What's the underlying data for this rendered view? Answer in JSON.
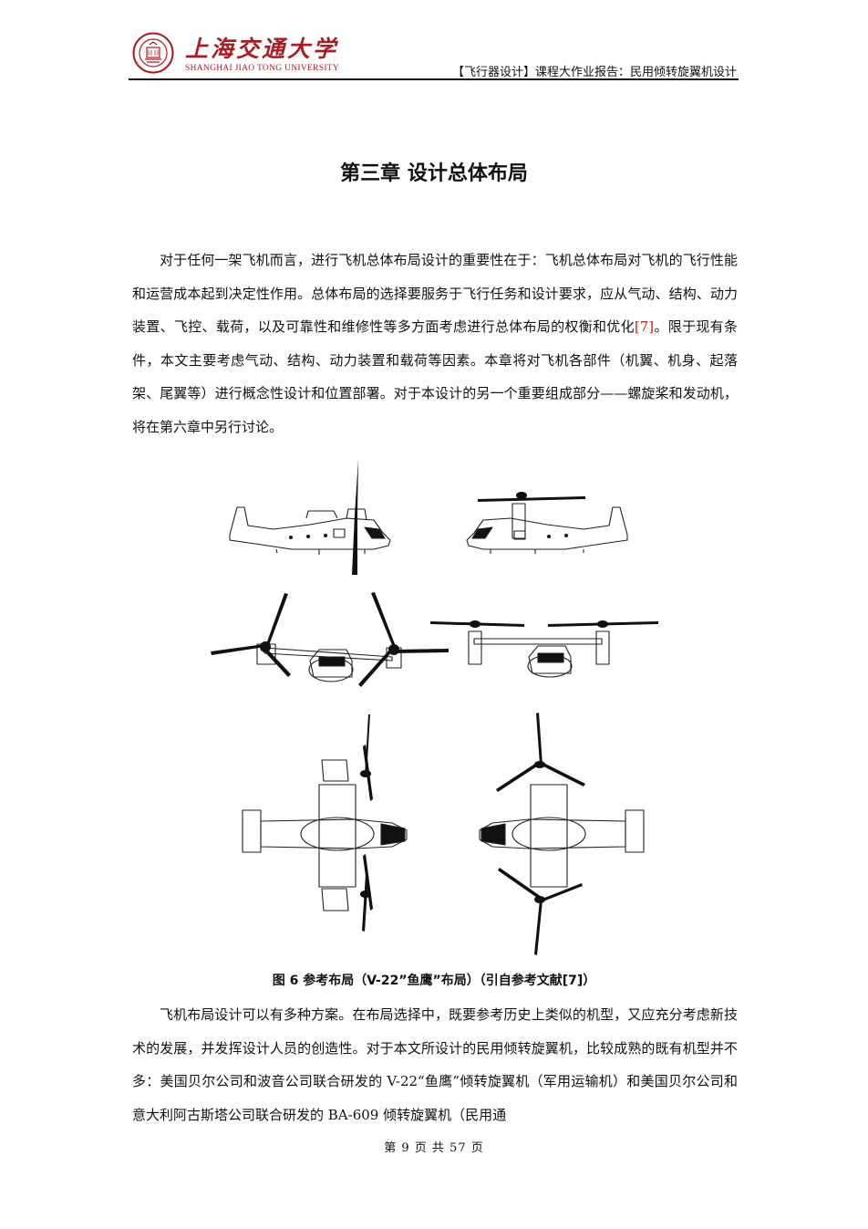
{
  "header": {
    "university_cn": "上海交通大学",
    "university_en": "SHANGHAI JIAO TONG UNIVERSITY",
    "report_title": "【飞行器设计】课程大作业报告：民用倾转旋翼机设计"
  },
  "chapter_title": "第三章 设计总体布局",
  "paragraph1": {
    "before": "对于任何一架飞机而言，进行飞机总体布局设计的重要性在于：飞机总体布局对飞机的飞行性能和运营成本起到决定性作用。总体布局的选择要服务于飞行任务和设计要求，应从气动、结构、动力装置、飞控、载荷，以及可靠性和维修性等多方面考虑进行总体布局的权衡和优化",
    "citation": "[7]",
    "after": "。限于现有条件，本文主要考虑气动、结构、动力装置和载荷等因素。本章将对飞机各部件（机翼、机身、起落架、尾翼等）进行概念性设计和位置部署。对于本设计的另一个重要组成部分——螺旋桨和发动机，将在第六章中另行讨论。"
  },
  "figure_caption": "图 6  参考布局（V-22”鱼鹰”布局）（引自参考文献[7]）",
  "paragraph2": "飞机布局设计可以有多种方案。在布局选择中，既要参考历史上类似的机型，又应充分考虑新技术的发展，并发挥设计人员的创造性。对于本文所设计的民用倾转旋翼机，比较成熟的既有机型并不多：美国贝尔公司和波音公司联合研发的 V-22“鱼鹰”倾转旋翼机（军用运输机）和美国贝尔公司和意大利阿古斯塔公司联合研发的 BA-609 倾转旋翼机（民用通",
  "footer": "第 9 页 共 57 页",
  "colors": {
    "brand_red": "#a61d24",
    "citation_red": "#d0201a",
    "text": "#111111"
  }
}
